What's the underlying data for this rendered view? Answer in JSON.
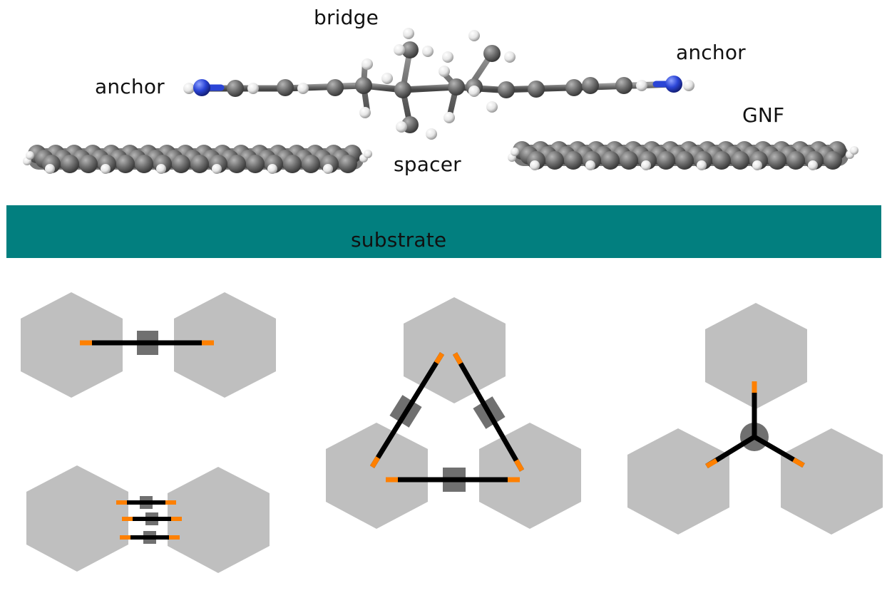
{
  "labels": {
    "bridge": "bridge",
    "anchor_left": "anchor",
    "anchor_right": "anchor",
    "gnf": "GNF",
    "spacer": "spacer",
    "substrate": "substrate"
  },
  "colors": {
    "substrate": "#027f7f",
    "hexagon": "#bfbfbf",
    "linker": "#000000",
    "anchor": "#ff8000",
    "bridge_block": "#707070",
    "carbon": "#6e6e6e",
    "hydrogen": "#f2f2f2",
    "nitrogen": "#2b45d6"
  },
  "molecule": {
    "atom_types": [
      "carbon",
      "hydrogen",
      "nitrogen"
    ],
    "components": [
      "anchor",
      "bridge",
      "spacer",
      "anchor",
      "GNF",
      "GNF"
    ]
  },
  "schematics": [
    {
      "id": "two-flakes-single-linker",
      "flakes": 2,
      "linkers": 1
    },
    {
      "id": "three-flakes-triangle",
      "flakes": 3,
      "linkers": 3
    },
    {
      "id": "three-flakes-star",
      "flakes": 3,
      "linkers": 1
    },
    {
      "id": "two-flakes-triple-linker",
      "flakes": 2,
      "linkers": 3
    }
  ]
}
